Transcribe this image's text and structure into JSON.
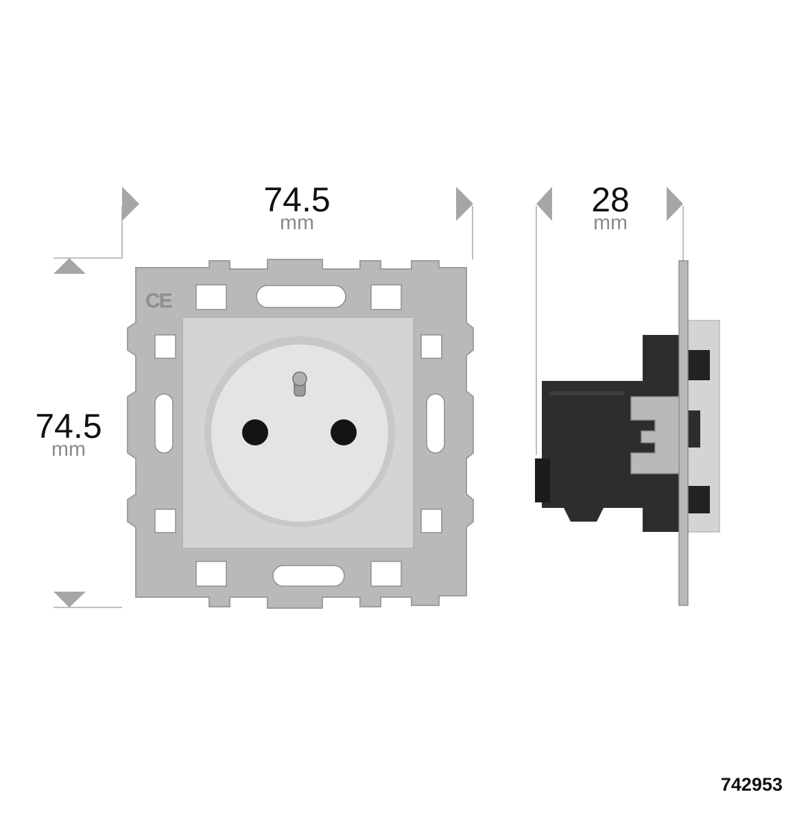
{
  "dimensions": {
    "front_width": {
      "value": "74.5",
      "unit": "mm"
    },
    "front_height": {
      "value": "74.5",
      "unit": "mm"
    },
    "depth": {
      "value": "28",
      "unit": "mm"
    }
  },
  "marks": {
    "ce": "CE"
  },
  "product_code": "742953",
  "colors": {
    "arrow": "#a6a6a6",
    "dimension_text": "#111111",
    "unit_text": "#8a8a8a",
    "frame_metal": "#b9b9b9",
    "cover_plate": "#d4d4d6",
    "socket_face": "#e4e4e6",
    "mechanism_body": "#2d2d2d"
  }
}
